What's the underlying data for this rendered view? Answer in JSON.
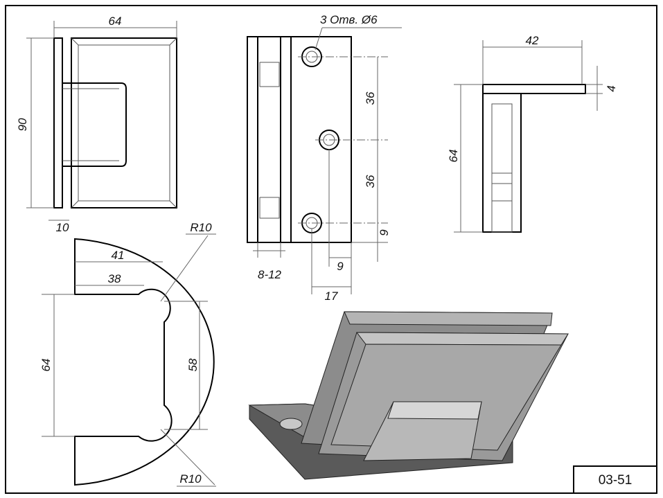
{
  "sheet_code": "03-51",
  "front_view": {
    "width": "64",
    "height": "90",
    "plate_thickness": "10"
  },
  "side_view": {
    "holes_note": "3 Отв. Ø6",
    "spacing_top": "36",
    "spacing_bottom": "36",
    "edge_offset": "9",
    "glass_gap": "8-12",
    "hole_offset": "9",
    "hole_to_edge": "17"
  },
  "top_view": {
    "width": "42",
    "thickness": "4",
    "height": "64"
  },
  "profile_view": {
    "radius_top": "R10",
    "length_outer": "41",
    "length_inner": "38",
    "height_outer": "64",
    "height_inner": "58",
    "radius_bottom": "R10"
  },
  "colors": {
    "line": "#000000",
    "shade_dark": "#5a5a5a",
    "shade_mid": "#8c8c8c",
    "shade_light": "#b4b4b4"
  }
}
